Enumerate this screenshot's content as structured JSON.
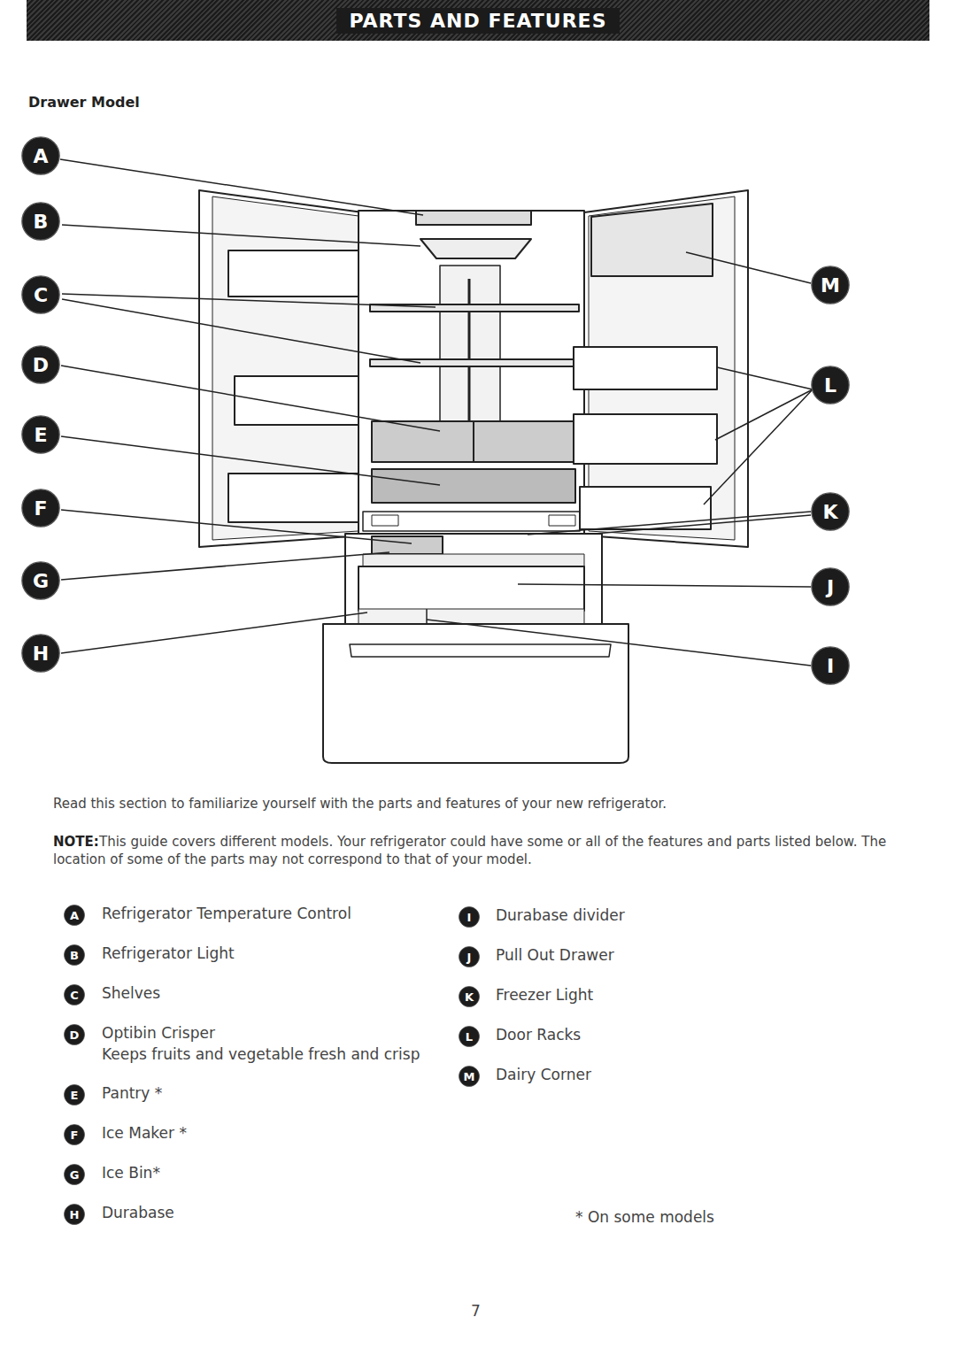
{
  "diagram": {
    "title": "PARTS AND FEATURES",
    "nodes": [
      {
        "text": [
          "A"
        ]
      },
      {
        "text": [
          "B"
        ]
      },
      {
        "text": [
          "C"
        ]
      },
      {
        "text": [
          "D"
        ]
      },
      {
        "text": [
          "E"
        ]
      },
      {
        "text": [
          "F"
        ]
      },
      {
        "text": [
          "G"
        ]
      },
      {
        "text": [
          "H"
        ]
      },
      {
        "text": [
          "M"
        ]
      },
      {
        "text": [
          "L"
        ]
      },
      {
        "text": [
          "K"
        ]
      },
      {
        "text": [
          "J"
        ]
      },
      {
        "text": [
          "I"
        ]
      },
      {
        "text": [
          "A"
        ]
      },
      {
        "text": [
          "B"
        ]
      },
      {
        "text": [
          "C"
        ]
      },
      {
        "text": [
          "D"
        ]
      },
      {
        "text": [
          "E"
        ]
      },
      {
        "text": [
          "F"
        ]
      },
      {
        "text": [
          "G"
        ]
      },
      {
        "text": [
          "H"
        ]
      },
      {
        "text": [
          "I"
        ]
      },
      {
        "text": [
          "J"
        ]
      },
      {
        "text": [
          "K"
        ]
      },
      {
        "text": [
          "L"
        ]
      },
      {
        "text": [
          "M"
        ]
      }
    ],
    "labels": [
      "Drawer Model",
      "Read this section to familiarize yourself with the parts and features of your new refrigerator.",
      "NOTE:",
      "This guide covers different models. Your refrigerator could have some or all of the features and parts listed below. The location of some of the parts may not correspond to that of your model.",
      "Refrigerator Temperature Control",
      "Refrigerator Light",
      "Shelves",
      "Optibin Crisper",
      "Keeps fruits and vegetable fresh and crisp",
      "Pantry *",
      "Ice Maker *",
      "Ice Bin*",
      "Durabase",
      "Durabase divider",
      "Pull Out Drawer",
      "Freezer Light",
      "Door Racks",
      "Dairy Corner",
      "* On some models",
      "7"
    ]
  }
}
